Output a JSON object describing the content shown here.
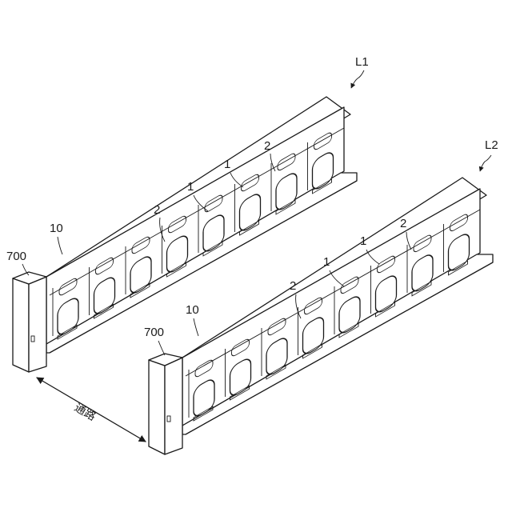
{
  "labels": {
    "row1": "L1",
    "row2": "L2",
    "body_ref": "10",
    "end_cabinet_ref": "700",
    "slot_type_1": "1",
    "slot_type_2": "2",
    "aisle": "通路"
  }
}
